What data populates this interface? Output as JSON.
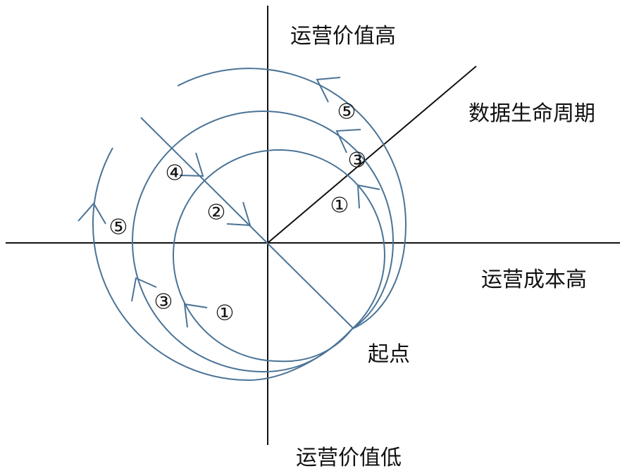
{
  "axis_labels": {
    "top": "运营价值高",
    "bottom": "运营价值低",
    "right": "运营成本高",
    "diagonal": "数据生命周期",
    "start": "起点"
  },
  "stage_markers": [
    "⑤",
    "③",
    "①",
    "④",
    "②",
    "⑤",
    "③",
    "①"
  ],
  "colors": {
    "curve": "#4a7396",
    "axis": "#111111"
  }
}
